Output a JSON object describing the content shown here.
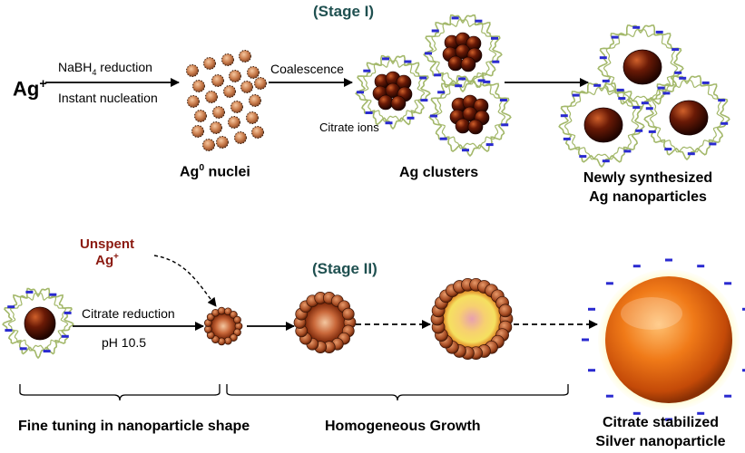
{
  "stage1": {
    "title": "(Stage I)"
  },
  "stage2": {
    "title": "(Stage II)"
  },
  "reactant": {
    "base": "Ag",
    "charge": "+"
  },
  "step1": {
    "line1_a": "NaBH",
    "line1_sub": "4",
    "line1_b": " reduction",
    "line2": "Instant nucleation"
  },
  "step2": {
    "label": "Coalescence"
  },
  "citrate_ions": "Citrate ions",
  "nuclei": {
    "base": "Ag",
    "sup": "0",
    "rest": " nuclei"
  },
  "clusters": "Ag clusters",
  "new_np": {
    "line1": "Newly synthesized",
    "line2": "Ag  nanoparticles"
  },
  "unspent": {
    "line1": "Unspent",
    "line2_base": "Ag",
    "line2_sup": "+"
  },
  "citrate_reduction": {
    "line1": "Citrate reduction",
    "line2": "pH 10.5"
  },
  "brackets": {
    "fine_tuning": "Fine tuning in nanoparticle shape",
    "growth": "Homogeneous Growth"
  },
  "final": {
    "line1": "Citrate stabilized",
    "line2": "Silver nanoparticle"
  },
  "colors": {
    "stage_title": "#1f5050",
    "unspent": "#8b1a10",
    "citrate_mark": "#2a2ad0",
    "citrate_shell": "#a3b86a",
    "silver_core": "#8a2a08"
  }
}
